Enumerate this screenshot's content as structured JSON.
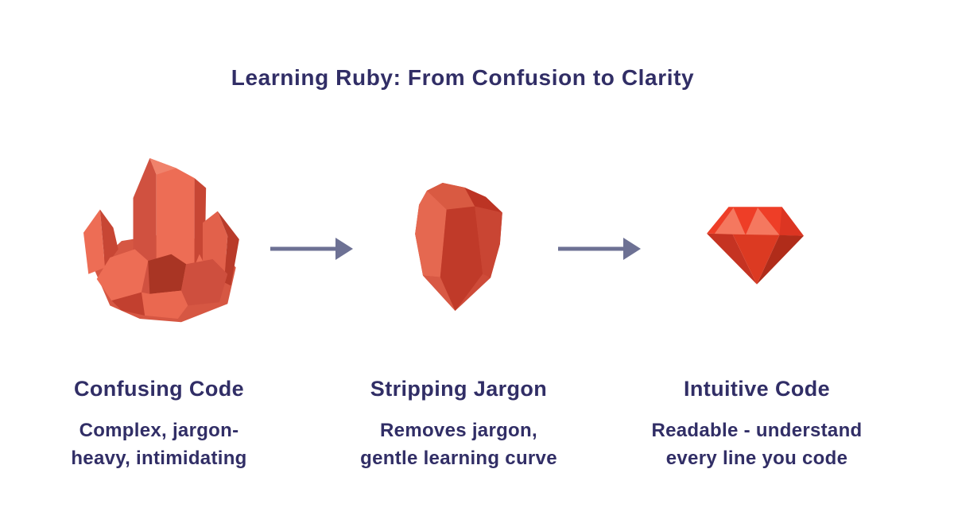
{
  "title": "Learning Ruby: From Confusion to Clarity",
  "stages": [
    {
      "icon": "rough-ruby-ore-icon",
      "label": "Confusing Code",
      "desc_line1": "Complex, jargon-",
      "desc_line2": "heavy, intimidating"
    },
    {
      "icon": "polished-ruby-gem-icon",
      "label": "Stripping Jargon",
      "desc_line1": "Removes jargon,",
      "desc_line2": "gentle learning curve"
    },
    {
      "icon": "cut-ruby-gem-icon",
      "label": "Intuitive Code",
      "desc_line1": "Readable - understand",
      "desc_line2": "every line you code"
    }
  ],
  "colors": {
    "text": "#312E66",
    "arrow": "#6D7194",
    "background": "#FFFFFF",
    "coral_light": "#ED6D55",
    "coral_highlight": "#F0826B",
    "coral_mid": "#D65743",
    "coral_dark": "#C74634",
    "coral_deep": "#A93524",
    "ruby_bright": "#EE3E27",
    "ruby_light": "#F5785F",
    "ruby_dark": "#B02C1A"
  }
}
